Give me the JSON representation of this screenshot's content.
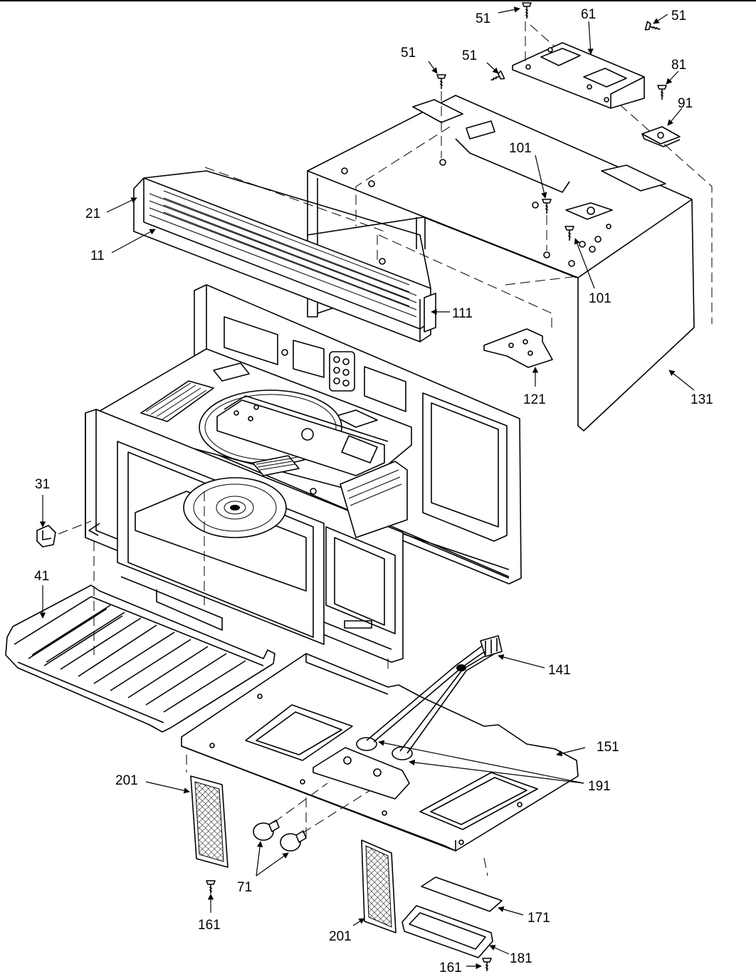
{
  "callouts": {
    "c51a": "51",
    "c51b": "51",
    "c51c": "51",
    "c51d": "51",
    "c61": "61",
    "c81": "81",
    "c91": "91",
    "c101a": "101",
    "c101b": "101",
    "c21": "21",
    "c11": "11",
    "c111": "111",
    "c121": "121",
    "c131": "131",
    "c31": "31",
    "c41": "41",
    "c141": "141",
    "c151": "151",
    "c191": "191",
    "c201a": "201",
    "c201b": "201",
    "c71": "71",
    "c161a": "161",
    "c161b": "161",
    "c171": "171",
    "c181": "181"
  }
}
